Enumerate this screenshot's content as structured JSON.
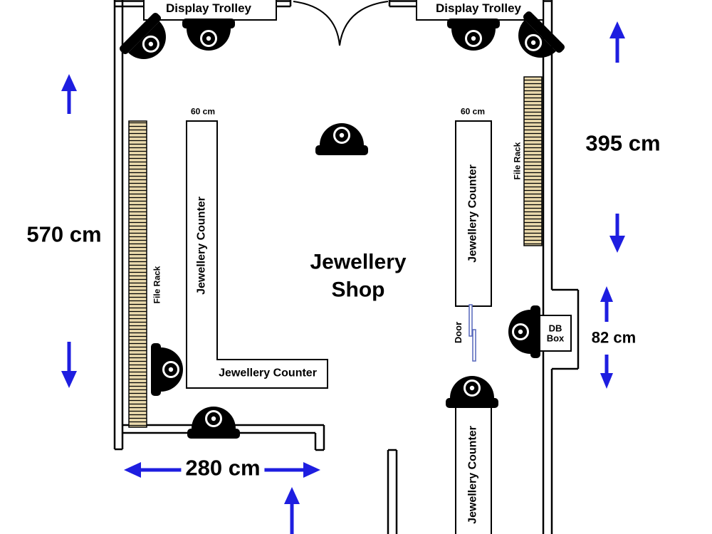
{
  "colors": {
    "arrow-color": "#1e1ee0",
    "rack-fill": "#ead9ac",
    "wall-color": "#000000"
  },
  "title": {
    "line1": "Jewellery",
    "line2": "Shop"
  },
  "labels": {
    "display_trolley_left": "Display Trolley",
    "display_trolley_right": "Display Trolley",
    "file_rack_left": "File Rack",
    "file_rack_right": "File Rack",
    "counter_left_vertical": "Jewellery Counter",
    "counter_left_horizontal": "Jewellery Counter",
    "counter_right_upper": "Jewellery Counter",
    "counter_right_lower": "Jewellery Counter",
    "door": "Door",
    "db_box": "DB Box"
  },
  "dimensions": {
    "left_wall": "570 cm",
    "right_wall": "395 cm",
    "recess": "82 cm",
    "bottom_opening": "280 cm",
    "counter_left_width": "60 cm",
    "counter_right_width": "60 cm"
  },
  "icons": {
    "camera": "cctv-dome-camera",
    "camera_count": 9
  }
}
